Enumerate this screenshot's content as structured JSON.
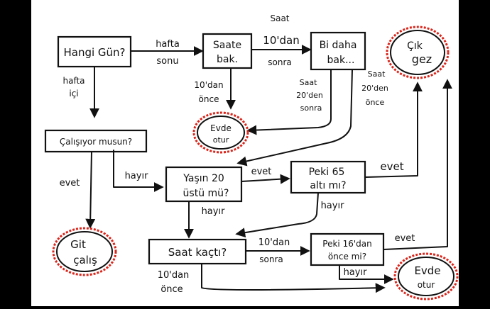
{
  "colors": {
    "ink": "#111111",
    "terminal_outline": "#d9261c",
    "paper": "#ffffff",
    "frame": "#000000"
  },
  "nodes": {
    "hangi_gun": "Hangi Gün?",
    "saate_bak_1": "Saate",
    "saate_bak_2": "bak.",
    "bi_daha_1": "Bi daha",
    "bi_daha_2": "bak...",
    "cik_gez_1": "Çık",
    "cik_gez_2": "gez",
    "evde_otur_top_1": "Evde",
    "evde_otur_top_2": "otur",
    "calisiyor": "Çalışıyor musun?",
    "yasin_1": "Yaşın 20",
    "yasin_2": "üstü mü?",
    "peki65_1": "Peki 65",
    "peki65_2": "altı mı?",
    "git_calis_1": "Git",
    "git_calis_2": "çalış",
    "saat_kac": "Saat kaçtı?",
    "peki16_1": "Peki 16'dan",
    "peki16_2": "önce mi?",
    "evde_otur_bottom_1": "Evde",
    "evde_otur_bottom_2": "otur"
  },
  "edges": {
    "hafta_sonu_1": "hafta",
    "hafta_sonu_2": "sonu",
    "hafta_ici_1": "hafta",
    "hafta_ici_2": "içi",
    "saat10_sonra_1": "Saat",
    "saat10_sonra_2": "10'dan",
    "saat10_sonra_3": "sonra",
    "dan10_once_1": "10'dan",
    "dan10_once_2": "önce",
    "saat20_sonra_1": "Saat",
    "saat20_sonra_2": "20'den",
    "saat20_sonra_3": "sonra",
    "saat20_once_1": "Saat",
    "saat20_once_2": "20'den",
    "saat20_once_3": "önce",
    "evet_calis": "evet",
    "hayir_calis": "hayır",
    "evet_yas": "evet",
    "hayir_yas": "hayır",
    "evet_65": "evet",
    "hayir_65": "hayır",
    "dan10_sonra_1": "10'dan",
    "dan10_sonra_2": "sonra",
    "dan10_once_b_1": "10'dan",
    "dan10_once_b_2": "önce",
    "evet_16": "evet",
    "hayir_16": "hayır"
  }
}
